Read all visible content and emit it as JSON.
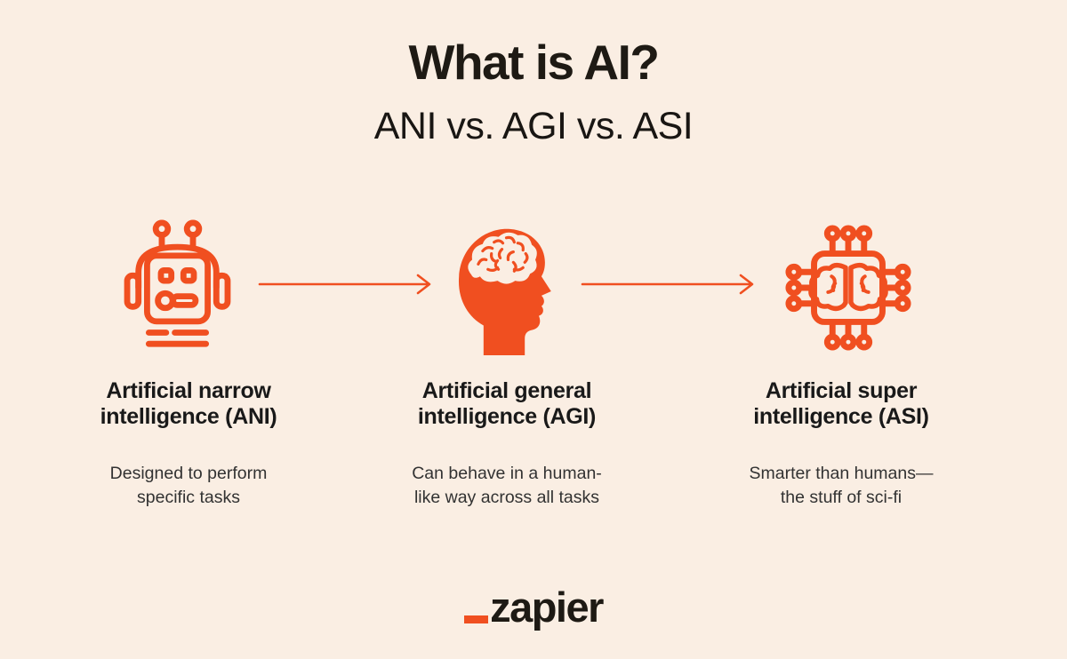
{
  "colors": {
    "background": "#FAEEE3",
    "accent_orange": "#F04F20",
    "title_text": "#1E1A14",
    "body_text": "#323232"
  },
  "header": {
    "title": "What is AI?",
    "subtitle": "ANI vs. AGI vs. ASI"
  },
  "columns": [
    {
      "id": "ani",
      "icon": "robot-icon",
      "heading": "Artificial narrow intelligence (ANI)",
      "heading_lines": [
        "Artificial narrow",
        "intelligence (ANI)"
      ],
      "description": "Designed to perform specific tasks",
      "description_lines": [
        "Designed to perform",
        "specific tasks"
      ]
    },
    {
      "id": "agi",
      "icon": "head-brain-icon",
      "heading": "Artificial general intelligence (AGI)",
      "heading_lines": [
        "Artificial general",
        "intelligence (AGI)"
      ],
      "description": "Can behave in a human-like way across all tasks",
      "description_lines": [
        "Can behave in a human-",
        "like way across all tasks"
      ]
    },
    {
      "id": "asi",
      "icon": "brain-chip-icon",
      "heading": "Artificial super intelligence (ASI)",
      "heading_lines": [
        "Artificial super",
        "intelligence (ASI)"
      ],
      "description": "Smarter than humans—the stuff of sci-fi",
      "description_lines": [
        "Smarter than humans—",
        "the stuff of sci-fi"
      ]
    }
  ],
  "footer": {
    "logo_mark": "_",
    "logo_text": "zapier"
  }
}
